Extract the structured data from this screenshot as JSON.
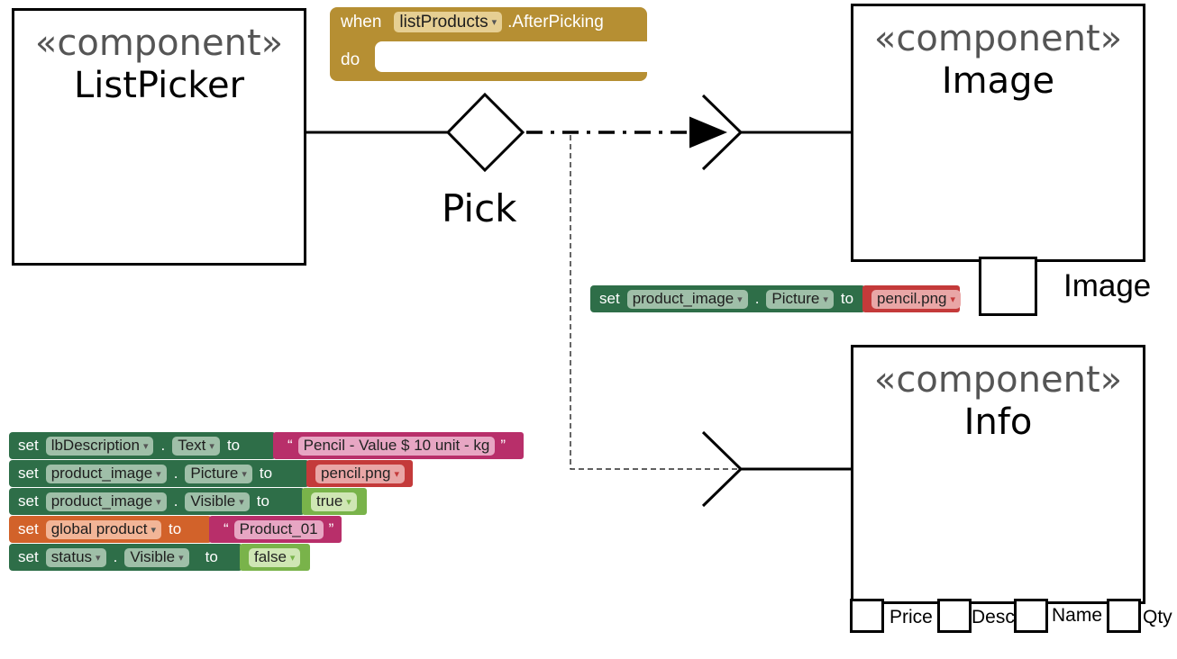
{
  "components": [
    {
      "id": "listpicker",
      "stereotype": "«component»",
      "name": "ListPicker"
    },
    {
      "id": "image",
      "stereotype": "«component»",
      "name": "Image"
    },
    {
      "id": "info",
      "stereotype": "«component»",
      "name": "Info"
    }
  ],
  "connector": {
    "label": "Pick"
  },
  "ports": {
    "image": "Image",
    "info": [
      "Price",
      "Desc",
      "Name",
      "Qty"
    ]
  },
  "event_block": {
    "when": "when",
    "component": "listProducts",
    "event": ".AfterPicking",
    "do": "do"
  },
  "image_setter": {
    "set": "set",
    "component": "product_image",
    "dot": ".",
    "property": "Picture",
    "to": "to",
    "value": "pencil.png"
  },
  "setters": [
    {
      "set": "set",
      "component": "lbDescription",
      "property": "Text",
      "to": "to",
      "value": "Pencil - Value $ 10  unit - kg",
      "quote_open": "“",
      "quote_close": "”"
    },
    {
      "set": "set",
      "component": "product_image",
      "property": "Picture",
      "to": "to",
      "value": "pencil.png"
    },
    {
      "set": "set",
      "component": "product_image",
      "property": "Visible",
      "to": "to",
      "value": "true"
    },
    {
      "set": "set",
      "variable": "global product",
      "to": "to",
      "value": "Product_01",
      "quote_open": "“",
      "quote_close": "”"
    },
    {
      "set": "set",
      "component": "status",
      "property": "Visible",
      "to": "to",
      "value": "false"
    }
  ],
  "dropdown_arrow": "▾",
  "colors": {
    "component_block": "#2e6e48",
    "variable_block": "#d2622a",
    "event_block": "#b68f33",
    "text_value": "#b82f6a",
    "image_value": "#c43a3a",
    "logic_value": "#79b34a"
  }
}
